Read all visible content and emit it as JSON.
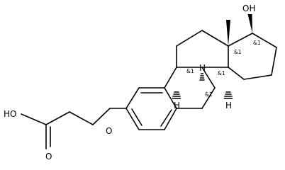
{
  "molecule": {
    "atom_labels": {
      "hydroxyl_17": "OH",
      "carboxyl_oh": "HO",
      "carbonyl_o": "O",
      "ether_o": "O",
      "h_9": "H",
      "h_8": "H",
      "h_14": "H"
    },
    "stereo_labels": {
      "c17": "&1",
      "c13": "&1",
      "c9": "&1",
      "c8": "&1",
      "c14": "&1"
    },
    "colors": {
      "bond": "#000000",
      "text": "#000000",
      "background": "#ffffff"
    }
  }
}
